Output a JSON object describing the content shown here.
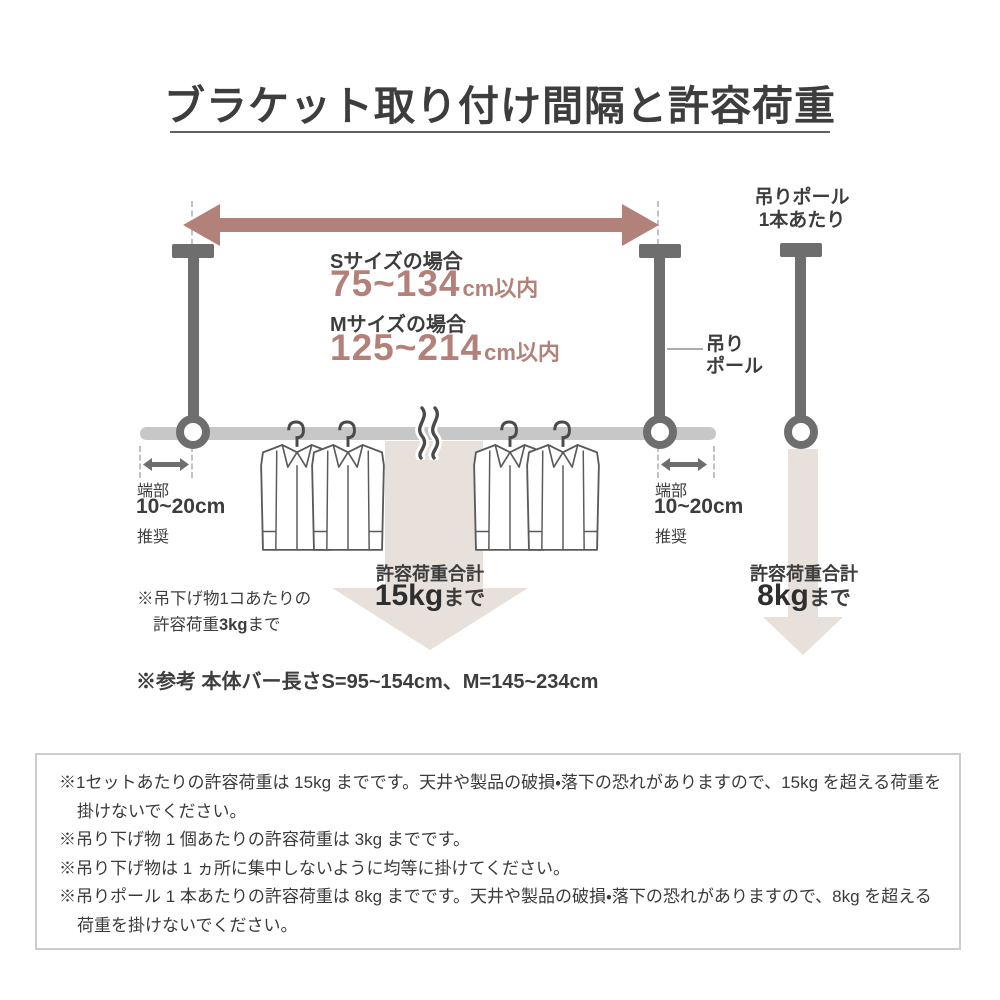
{
  "title": "ブラケット取り付け間隔と許容荷重",
  "diagram": {
    "span": {
      "s_label": "Sサイズの場合",
      "s_range": "75~134",
      "s_unit": "cm以内",
      "m_label": "Mサイズの場合",
      "m_range": "125~214",
      "m_unit": "cm以内"
    },
    "pole_single_label_line1": "吊りポール",
    "pole_single_label_line2": "1本あたり",
    "pole_callout_line1": "吊り",
    "pole_callout_line2": "ポール",
    "edge_left": {
      "label": "端部",
      "value": "10~20cm",
      "note": "推奨"
    },
    "edge_right": {
      "label": "端部",
      "value": "10~20cm",
      "note": "推奨"
    },
    "load_total": {
      "label": "許容荷重合計",
      "value": "15kg",
      "suffix": "まで"
    },
    "load_pole": {
      "label": "許容荷重合計",
      "value": "8kg",
      "suffix": "まで"
    },
    "per_item_note": {
      "line1": "※吊下げ物1コあたりの",
      "line2_pre": "許容荷重",
      "line2_value": "3kg",
      "line2_suffix": "まで"
    },
    "reference": "※参考 本体バー長さS=95~154cm、M=145~234cm"
  },
  "notes": [
    "※1セットあたりの許容荷重は 15kg までです。天井や製品の破損・落下の恐れがありますので、15kg を超える荷重を",
    "掛けないでください。",
    "※吊り下げ物 1 個あたりの許容荷重は 3kg までです。",
    "※吊り下げ物は 1 ヵ所に集中しないように均等に掛けてください。",
    "※吊りポール 1 本あたりの許容荷重は 8kg までです。天井や製品の破損・落下の恐れがありますので、8kg を超える",
    "荷重を掛けないでください。"
  ],
  "colors": {
    "accent_rose": "#b28179",
    "arrow_beige": "#e8e0da",
    "pole_gray": "#6e6e6e",
    "bar_gray": "#c7c7c7",
    "text_dark": "#3d3d3d"
  }
}
